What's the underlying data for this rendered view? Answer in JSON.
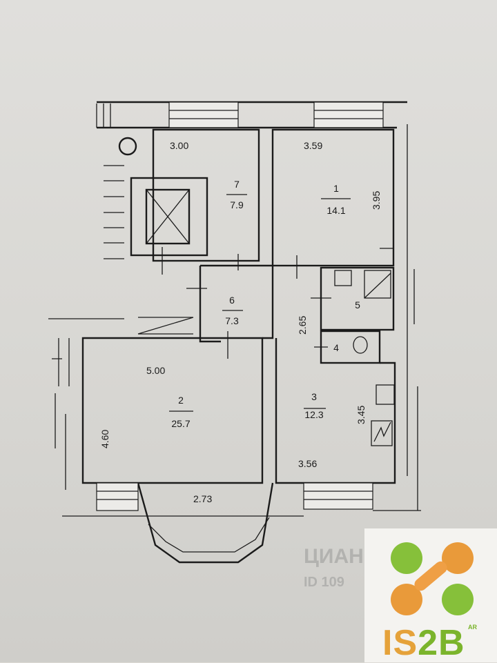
{
  "rooms": [
    {
      "id": "7",
      "area": "7.9"
    },
    {
      "id": "1",
      "area": "14.1"
    },
    {
      "id": "6",
      "area": "7.3"
    },
    {
      "id": "5",
      "area": ""
    },
    {
      "id": "4",
      "area": ""
    },
    {
      "id": "2",
      "area": "25.7"
    },
    {
      "id": "3",
      "area": "12.3"
    }
  ],
  "dimensions": [
    "3.00",
    "3.59",
    "3.95",
    "2.65",
    "5.00",
    "4.60",
    "3.45",
    "3.56",
    "2.73"
  ],
  "watermark": {
    "name": "ЦИАН",
    "id_prefix": "ID 109"
  },
  "logo": {
    "text_a": "IS",
    "text_b": "2B",
    "sup": "AR"
  },
  "colors": {
    "ink": "#1b1b1b",
    "paper": "#dcdad5",
    "logo_green": "#7bb42c",
    "logo_orange": "#e5a23a"
  }
}
